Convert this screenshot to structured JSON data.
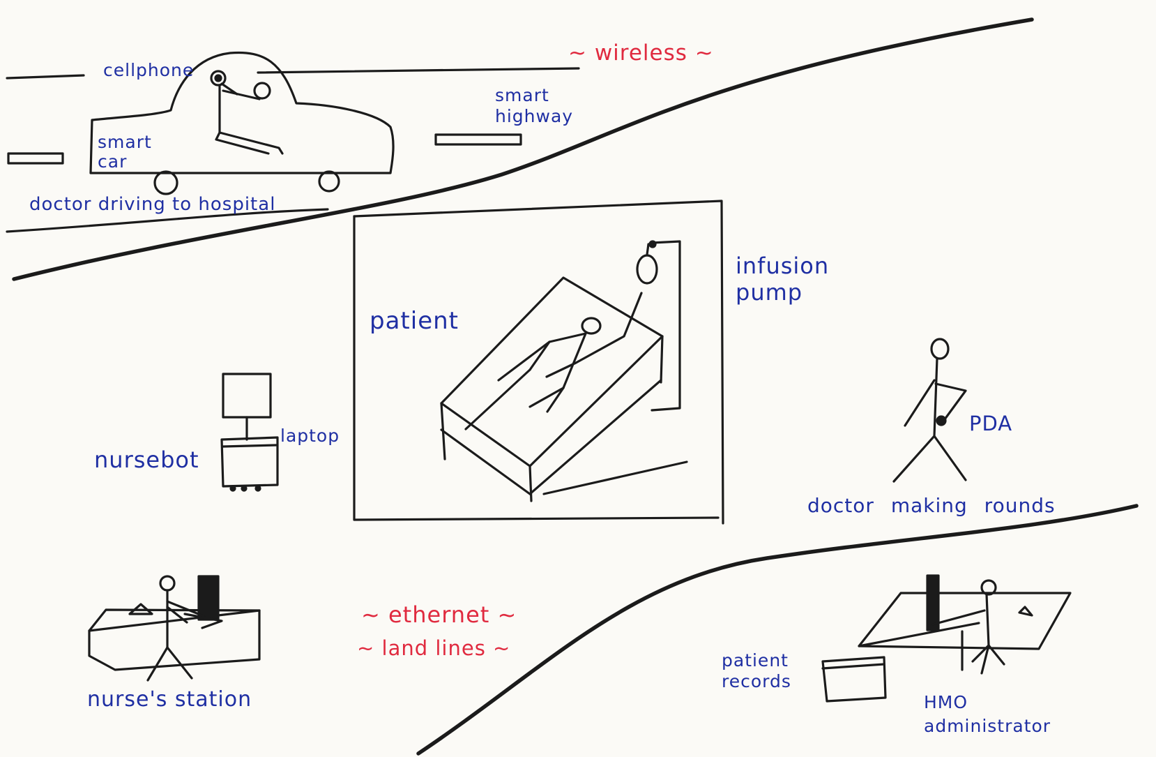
{
  "colors": {
    "ink": "#1b1b1b",
    "label_blue": "#1f2fa3",
    "label_red": "#e02a3f",
    "paper": "#fbfaf6"
  },
  "labels": {
    "wireless": "~  wireless  ~",
    "cellphone": "cellphone",
    "smart_highway": "smart\nhighway",
    "smart_car": "smart\ncar",
    "doctor_driving": "doctor driving to hospital",
    "infusion_pump": "infusion\npump",
    "patient": "patient",
    "laptop": "laptop",
    "nursebot": "nursebot",
    "pda": "PDA",
    "doctor_rounds": "doctor making rounds",
    "ethernet": "~  ethernet  ~",
    "land_lines": "~  land lines  ~",
    "nurses_station": "nurse's station",
    "patient_records": "patient\nrecords",
    "hmo_admin": "HMO\nadministrator"
  }
}
